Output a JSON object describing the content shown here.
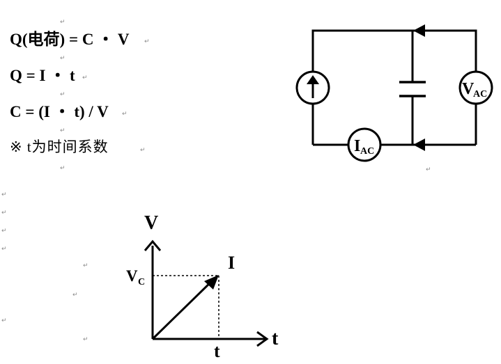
{
  "equations": [
    "Q(电荷) = C ・ V",
    "Q = I ・ t",
    "C = (I ・ t) / V",
    "※ t为时间系数"
  ],
  "paragraph_mark": "↵",
  "circuit": {
    "voltmeter_label": "V",
    "voltmeter_sub": "AC",
    "ammeter_label": "I",
    "ammeter_sub": "AC"
  },
  "graph": {
    "y_axis_label": "V",
    "x_axis_label": "t",
    "line_label": "I",
    "vc_label": "V",
    "vc_sub": "C",
    "t_tick_label": "t"
  }
}
